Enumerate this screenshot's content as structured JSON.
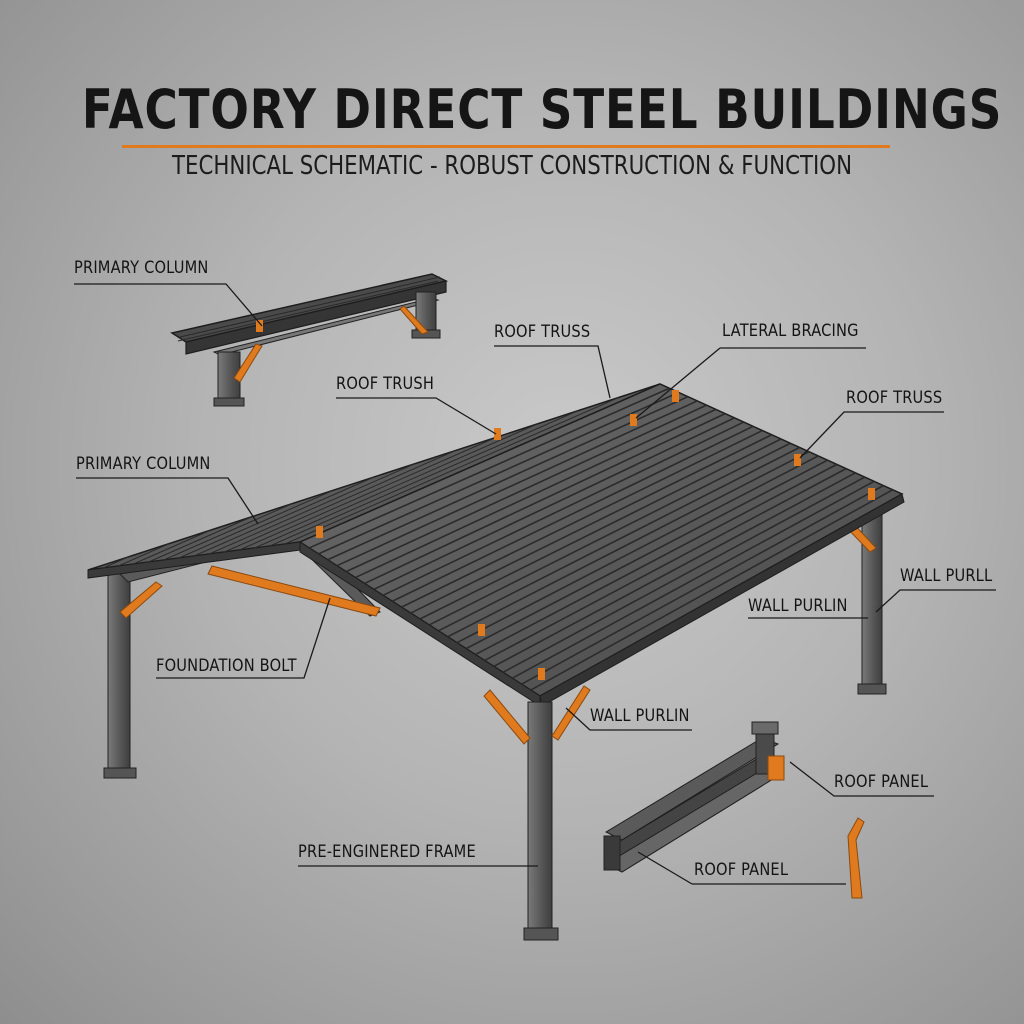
{
  "title": "FACTORY DIRECT STEEL BUILDINGS",
  "subtitle": "TECHNICAL SCHEMATIC - ROBUST CONSTRUCTION & FUNCTION",
  "colors": {
    "accent": "#e07a1f",
    "steel": "#5b5b5b",
    "steel_dark": "#2e2e2e",
    "background": "#b8b8b8"
  },
  "callouts": [
    {
      "id": "primary-column-top",
      "text": "PRIMARY COLUMN"
    },
    {
      "id": "roof-truss-center",
      "text": "ROOF TRUSS"
    },
    {
      "id": "lateral-bracing",
      "text": "LATERAL BRACING"
    },
    {
      "id": "roof-trush",
      "text": "ROOF TRUSH"
    },
    {
      "id": "roof-truss-right",
      "text": "ROOF TRUSS"
    },
    {
      "id": "primary-column-left",
      "text": "PRIMARY COLUMN"
    },
    {
      "id": "wall-purll",
      "text": "WALL PURLL"
    },
    {
      "id": "wall-purlin-right",
      "text": "WALL PURLIN"
    },
    {
      "id": "foundation-bolt",
      "text": "FOUNDATION BOLT"
    },
    {
      "id": "wall-purlin-center",
      "text": "WALL PURLIN"
    },
    {
      "id": "roof-panel-upper",
      "text": "ROOF PANEL"
    },
    {
      "id": "pre-engineered-frame",
      "text": "PRE-ENGINERED FRAME"
    },
    {
      "id": "roof-panel-lower",
      "text": "ROOF PANEL"
    }
  ]
}
